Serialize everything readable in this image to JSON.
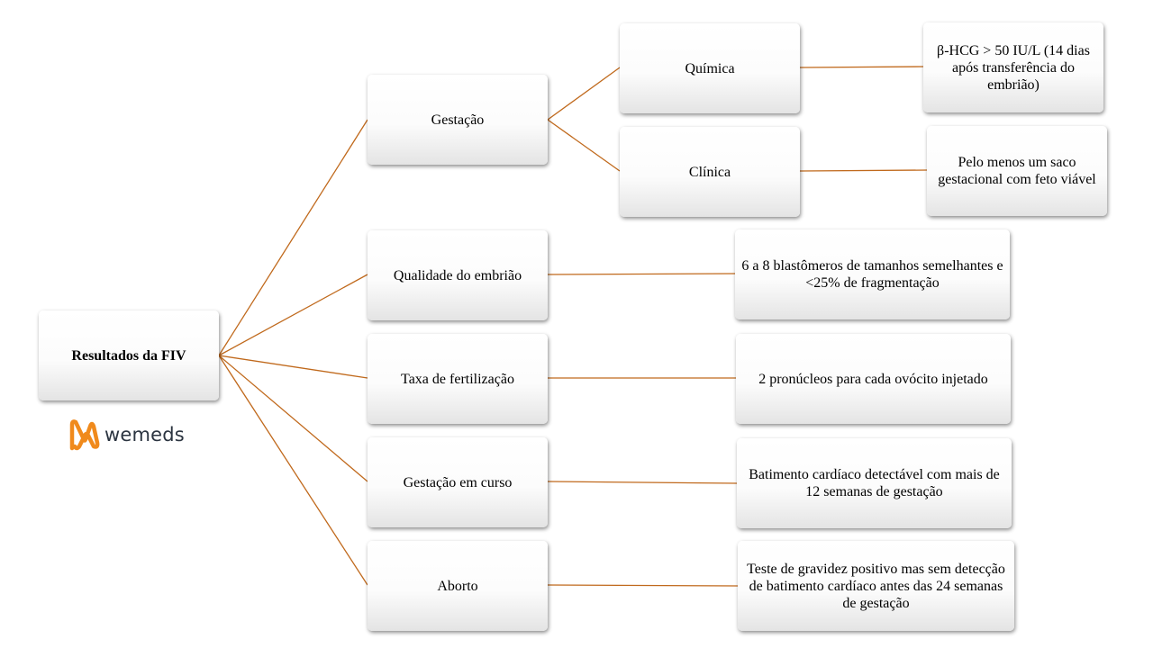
{
  "diagram": {
    "connector_color": "#c0691c",
    "root": {
      "label": "Resultados da FIV"
    },
    "categories": [
      {
        "label": "Gestação"
      },
      {
        "label": "Qualidade do embrião"
      },
      {
        "label": "Taxa de fertilização"
      },
      {
        "label": "Gestação em curso"
      },
      {
        "label": "Aborto"
      }
    ],
    "subtypes": [
      {
        "label": "Química"
      },
      {
        "label": "Clínica"
      }
    ],
    "definitions": {
      "quimica": "β-HCG > 50 IU/L (14 dias após transferência do embrião)",
      "clinica": "Pelo menos um saco gestacional com feto viável",
      "qualidade": "6 a 8 blastômeros de tamanhos semelhantes e <25% de fragmentação",
      "fertilizacao": "2 pronúcleos para cada ovócito injetado",
      "curso": "Batimento cardíaco detectável com mais de 12 semanas de gestação",
      "aborto": "Teste de gravidez positivo mas sem detecção de batimento cardíaco antes das 24 semanas de gestação"
    }
  },
  "logo": {
    "text": "wemeds",
    "color": "#f08a1c"
  }
}
